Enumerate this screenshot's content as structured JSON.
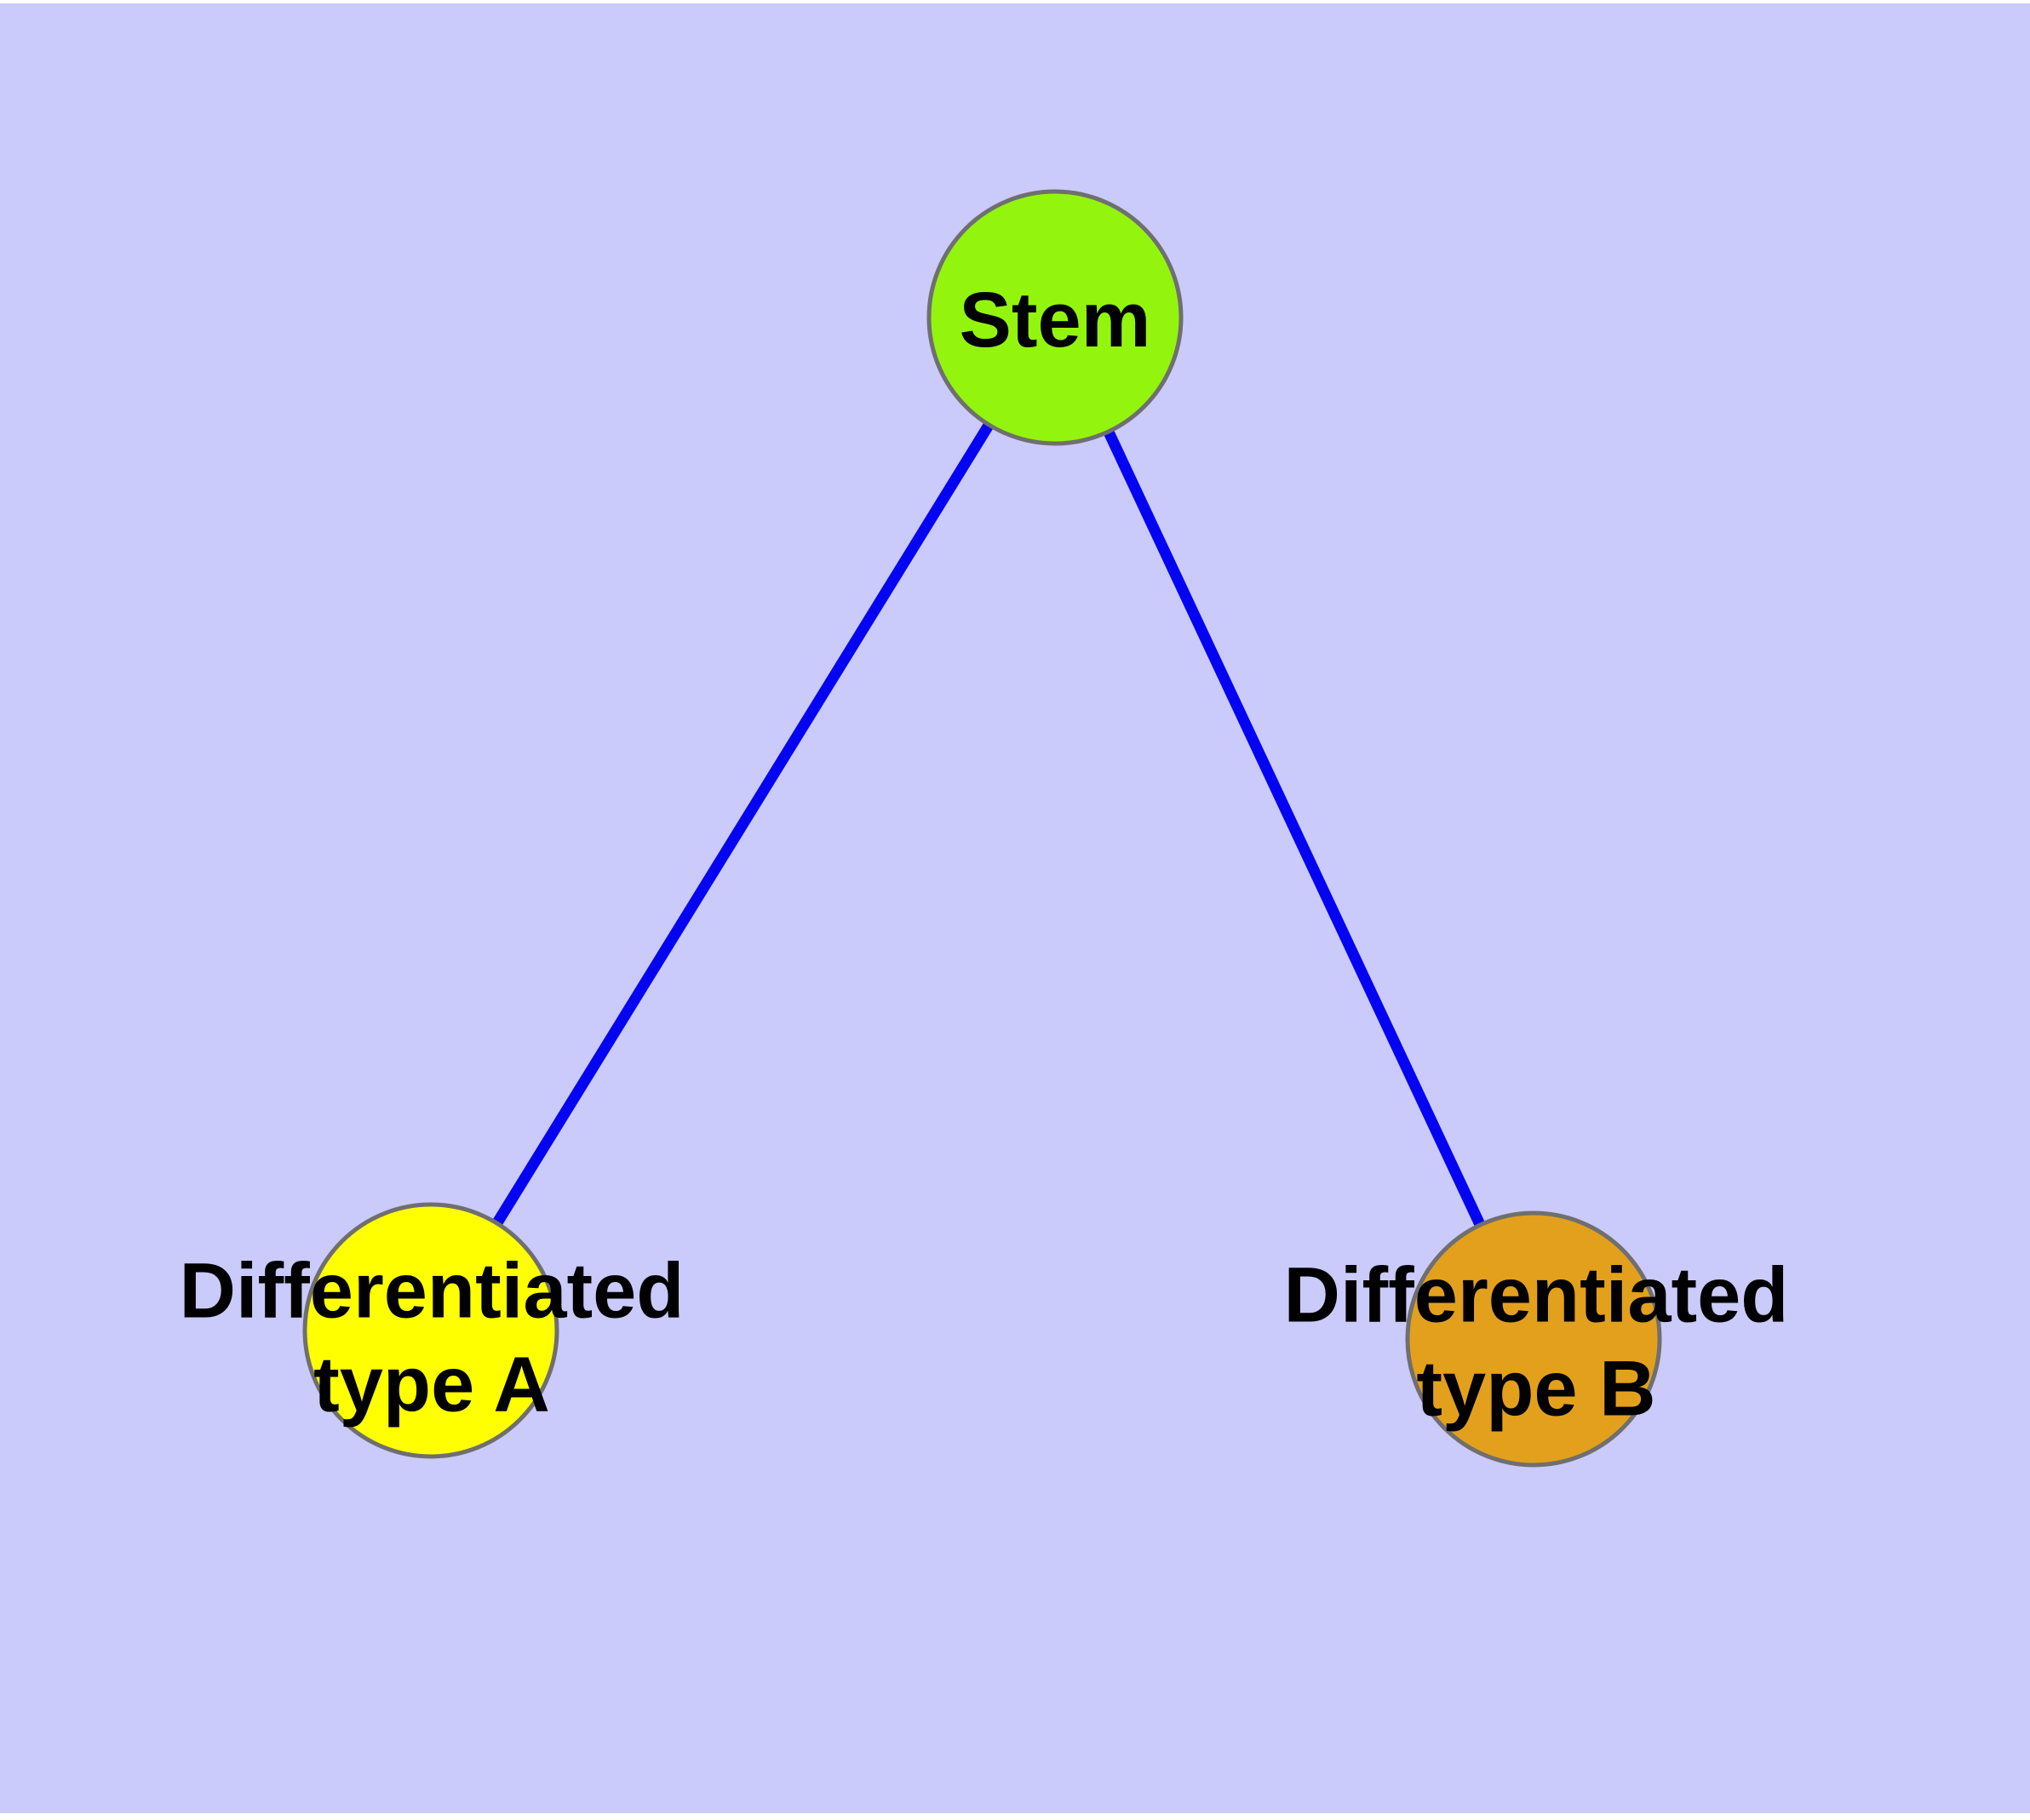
{
  "diagram": {
    "type": "graph",
    "background_color": "#CACAFB",
    "margin_color": "#FFFFFF",
    "edge_color": "#0404F2",
    "node_border_color": "#6F6F6F",
    "text_color": "#000000",
    "nodes": [
      {
        "id": "stem",
        "label": "Stem",
        "fill": "#93F50E"
      },
      {
        "id": "differentiated-type-a",
        "label": "Differentiated type A",
        "label_lines": [
          "Differentiated",
          "type A"
        ],
        "fill": "#FFFF00"
      },
      {
        "id": "differentiated-type-b",
        "label": "Differentiated type B",
        "label_lines": [
          "Differentiated",
          "type B"
        ],
        "fill": "#E3A01D"
      }
    ],
    "edges": [
      {
        "from": "Stem",
        "to": "Differentiated type A"
      },
      {
        "from": "Stem",
        "to": "Differentiated type B"
      }
    ]
  }
}
